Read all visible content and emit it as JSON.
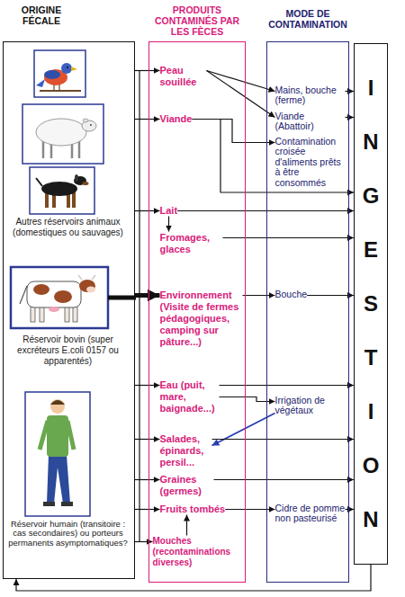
{
  "diagram": {
    "nodes": [
      {
        "text": [
          "ORIGINE FÉCALE"
        ]
      },
      {
        "text": [
          "Autres réservoirs animaux (domestiques ou sauvages)"
        ],
        "in": 0
      },
      {
        "text": [
          "Réservoir bovin (super excréteurs E.coli 0157 ou apparentés)"
        ],
        "in": 0
      },
      {
        "text": [
          "Réservoir humain (transitoire : cas secondaires) ou porteurs permanents asymptomatiques?"
        ],
        "in": 0
      },
      {
        "text": [
          "PRODUITS CONTAMINÉS PAR LES FÈCES"
        ]
      },
      {
        "text": [
          "Peau souillée"
        ],
        "in": 4
      },
      {
        "text": [
          "Viande"
        ],
        "in": 4
      },
      {
        "text": [
          "Lait"
        ],
        "in": 4
      },
      {
        "text": [
          "Fromages, glaces"
        ],
        "in": 4
      },
      {
        "text": [
          "Environnement (Visite de fermes pédagogiques, camping sur pâture...)"
        ],
        "in": 4
      },
      {
        "text": [
          "Eau (puit, mare, baignade...)"
        ],
        "in": 4
      },
      {
        "text": [
          "Salades, épinards, persil..."
        ],
        "in": 4
      },
      {
        "text": [
          "Graines (germes)"
        ],
        "in": 4
      },
      {
        "text": [
          "Fruits tombés"
        ],
        "in": 4
      },
      {
        "text": [
          "Mouches (recontaminations diverses)"
        ],
        "in": 4
      },
      {
        "text": [
          "MODE DE CONTAMINATION"
        ]
      },
      {
        "text": [
          "Mains, bouche (ferme)"
        ],
        "in": 15
      },
      {
        "text": [
          "Viande (Abattoir)"
        ],
        "in": 15
      },
      {
        "text": [
          "Contamination croisée d'aliments prêts à être consommés"
        ],
        "in": 15
      },
      {
        "text": [
          "Bouche"
        ],
        "in": 15
      },
      {
        "text": [
          "Irrigation de végétaux"
        ],
        "in": 15
      },
      {
        "text": [
          "Cidre de pomme non pasteurisé"
        ],
        "in": 15
      },
      {
        "text": [
          "INGESTION"
        ]
      }
    ],
    "edges": [
      {
        "from": 0,
        "to": 5,
        "arrow": "to"
      },
      {
        "from": 0,
        "to": 6,
        "arrow": "to"
      },
      {
        "from": 0,
        "to": 7,
        "arrow": "to"
      },
      {
        "from": 0,
        "to": 9,
        "arrow": "to"
      },
      {
        "from": 0,
        "to": 10,
        "arrow": "to"
      },
      {
        "from": 0,
        "to": 11,
        "arrow": "to"
      },
      {
        "from": 0,
        "to": 12,
        "arrow": "to"
      },
      {
        "from": 0,
        "to": 13,
        "arrow": "to"
      },
      {
        "from": 0,
        "to": 14,
        "arrow": "to"
      },
      {
        "from": 5,
        "to": 16,
        "arrow": "to"
      },
      {
        "from": 5,
        "to": 17,
        "arrow": "to"
      },
      {
        "from": 6,
        "to": 18,
        "arrow": "to"
      },
      {
        "from": 6,
        "to": 22,
        "arrow": "to"
      },
      {
        "from": 16,
        "to": 22,
        "arrow": "to"
      },
      {
        "from": 17,
        "to": 22,
        "arrow": "to"
      },
      {
        "from": 7,
        "to": 8,
        "arrow": "to"
      },
      {
        "from": 7,
        "to": 22,
        "arrow": "to"
      },
      {
        "from": 8,
        "to": 22,
        "arrow": "to"
      },
      {
        "from": 9,
        "to": 19,
        "arrow": "to"
      },
      {
        "from": 19,
        "to": 22,
        "arrow": "to"
      },
      {
        "from": 10,
        "to": 22,
        "arrow": "to"
      },
      {
        "from": 10,
        "to": 20,
        "arrow": "to"
      },
      {
        "from": 20,
        "to": 11,
        "arrow": "to"
      },
      {
        "from": 11,
        "to": 22,
        "arrow": "to"
      },
      {
        "from": 12,
        "to": 22,
        "arrow": "to"
      },
      {
        "from": 13,
        "to": 21,
        "arrow": "to"
      },
      {
        "from": 21,
        "to": 22,
        "arrow": "to"
      },
      {
        "from": 14,
        "to": 13,
        "arrow": "to"
      },
      {
        "from": 22,
        "to": 0,
        "arrow": "to"
      }
    ]
  }
}
